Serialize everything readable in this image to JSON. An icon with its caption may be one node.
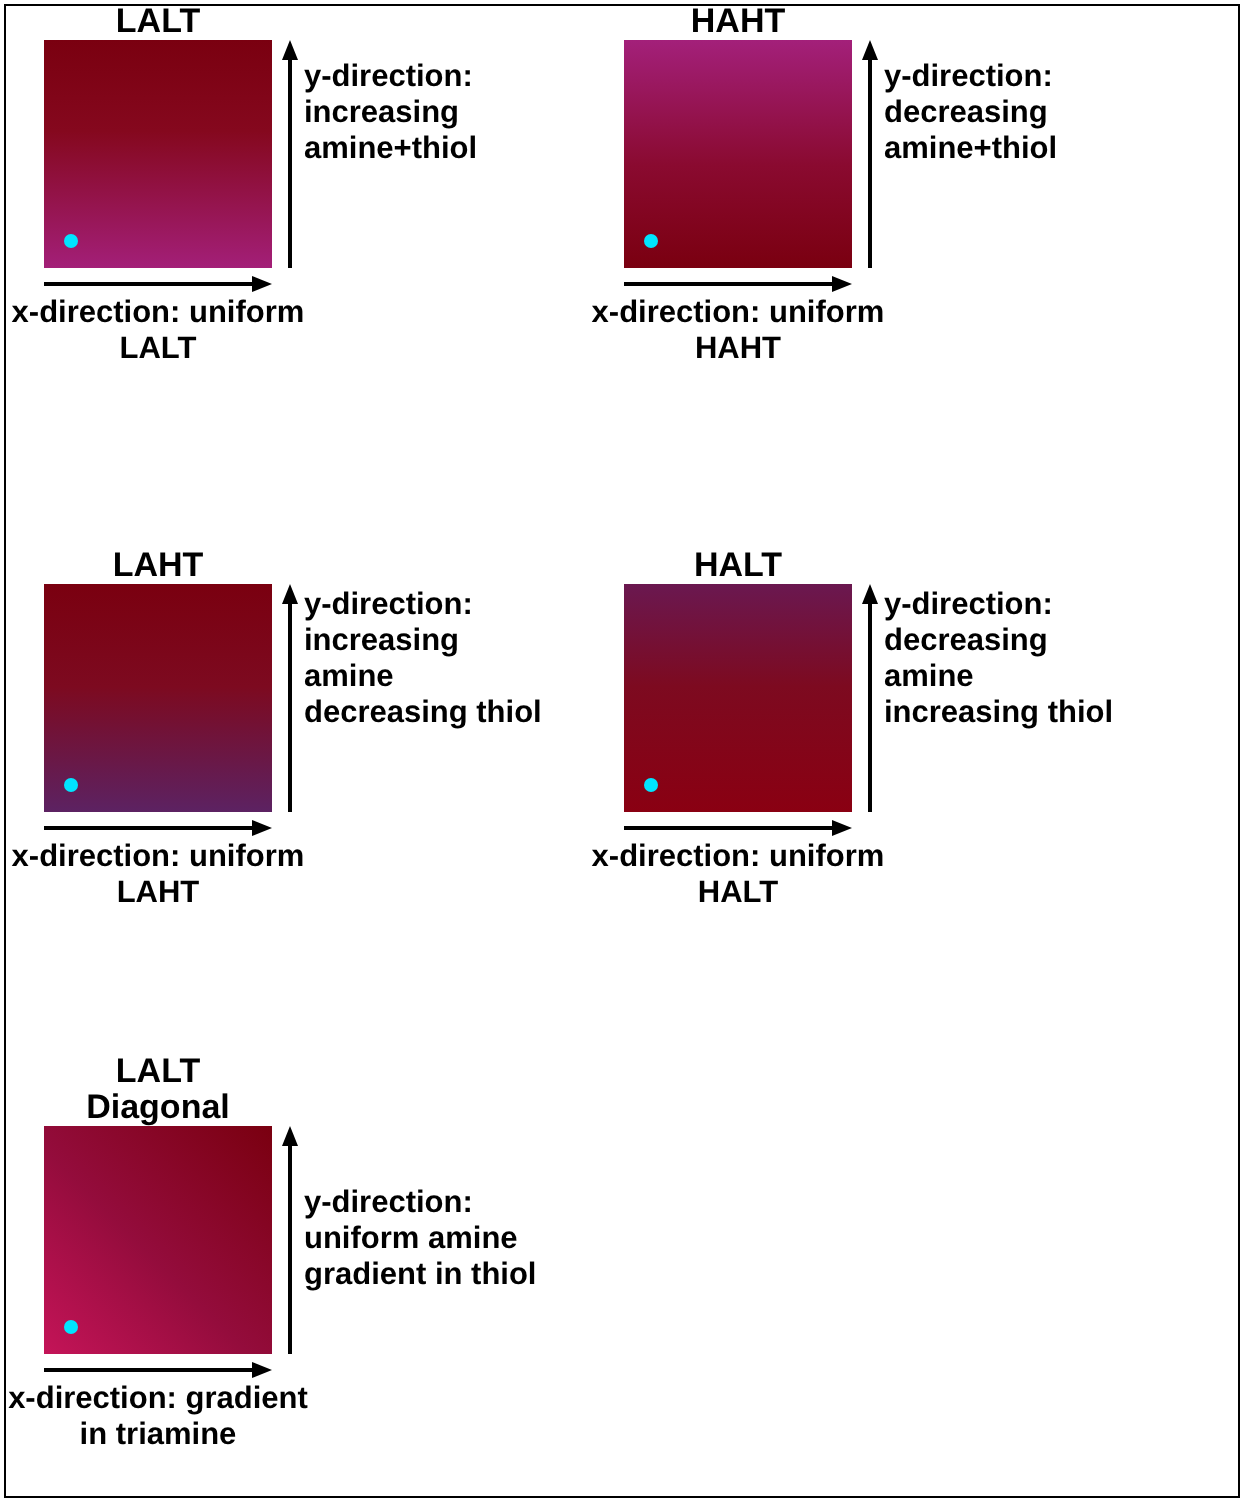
{
  "diagram": {
    "nodes": [
      {
        "text": [
          "LALT"
        ],
        "beside": [
          "y-direction: increasing amine+thiol",
          "x-direction: uniform LALT"
        ]
      },
      {
        "text": [
          "HAHT"
        ],
        "beside": [
          "y-direction: decreasing amine+thiol",
          "x-direction: uniform HAHT"
        ]
      },
      {
        "text": [
          "LAHT"
        ],
        "beside": [
          "y-direction: increasing amine decreasing thiol",
          "x-direction: uniform LAHT"
        ]
      },
      {
        "text": [
          "HALT"
        ],
        "beside": [
          "y-direction: decreasing amine increasing thiol",
          "x-direction: uniform HALT"
        ]
      },
      {
        "text": [
          "LALT Diagonal"
        ],
        "beside": [
          "y-direction: uniform amine gradient in thiol",
          "x-direction: gradient in triamine"
        ]
      }
    ]
  }
}
